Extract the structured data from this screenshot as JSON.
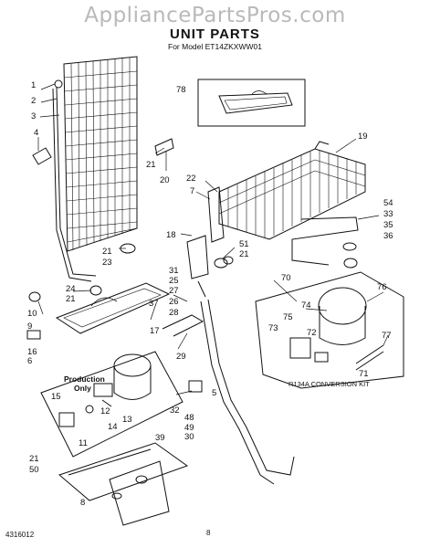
{
  "watermark": "AppliancePartsPros.com",
  "title": "UNIT PARTS",
  "model": "For Model ET14ZKXWW01",
  "document_number": "4316012",
  "page_number": "8",
  "annotations": {
    "production_only": [
      "Production",
      "Only"
    ],
    "conversion_kit": "R134A CONVERSION KIT"
  },
  "callouts": [
    "1",
    "2",
    "3",
    "4",
    "5",
    "6",
    "7",
    "8",
    "9",
    "10",
    "11",
    "12",
    "13",
    "14",
    "15",
    "16",
    "17",
    "18",
    "19",
    "20",
    "21",
    "22",
    "23",
    "24",
    "25",
    "26",
    "27",
    "28",
    "29",
    "30",
    "31",
    "32",
    "33",
    "35",
    "36",
    "37",
    "39",
    "48",
    "49",
    "50",
    "51",
    "54",
    "70",
    "71",
    "72",
    "73",
    "74",
    "75",
    "76",
    "77",
    "78"
  ]
}
